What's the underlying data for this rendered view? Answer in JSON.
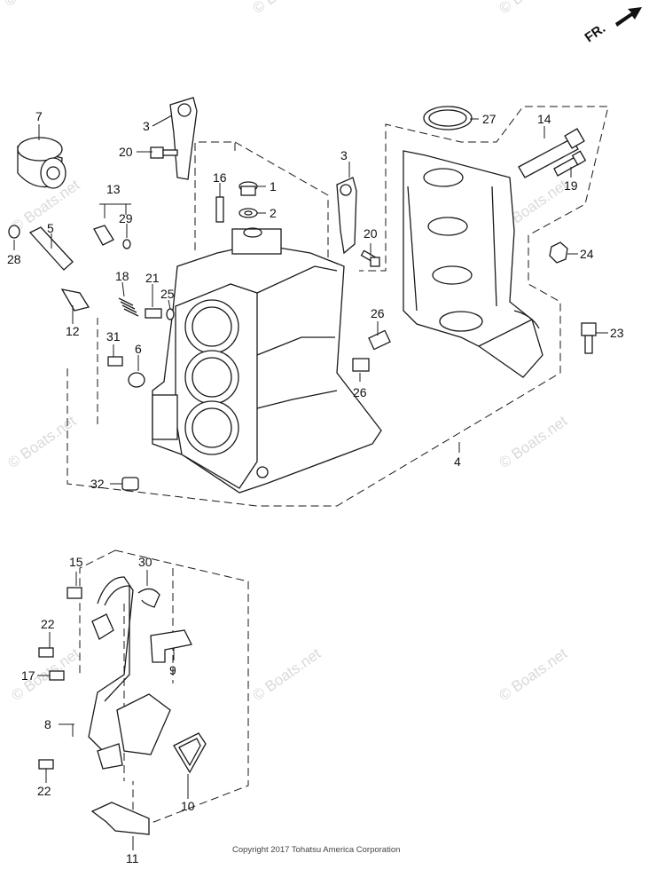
{
  "direction_label": "FR.",
  "copyright": "Copyright 2017 Tohatsu America Corporation",
  "watermark": "© Boats.net",
  "callouts": {
    "c1": "1",
    "c2": "2",
    "c3a": "3",
    "c3b": "3",
    "c4": "4",
    "c5": "5",
    "c6": "6",
    "c7": "7",
    "c8": "8",
    "c9": "9",
    "c10": "10",
    "c11": "11",
    "c12": "12",
    "c13": "13",
    "c14": "14",
    "c15": "15",
    "c16": "16",
    "c17": "17",
    "c18": "18",
    "c19": "19",
    "c20a": "20",
    "c20b": "20",
    "c21": "21",
    "c22a": "22",
    "c22b": "22",
    "c23": "23",
    "c24": "24",
    "c25": "25",
    "c26a": "26",
    "c26b": "26",
    "c27": "27",
    "c28": "28",
    "c29": "29",
    "c30": "30",
    "c31": "31",
    "c32": "32"
  }
}
